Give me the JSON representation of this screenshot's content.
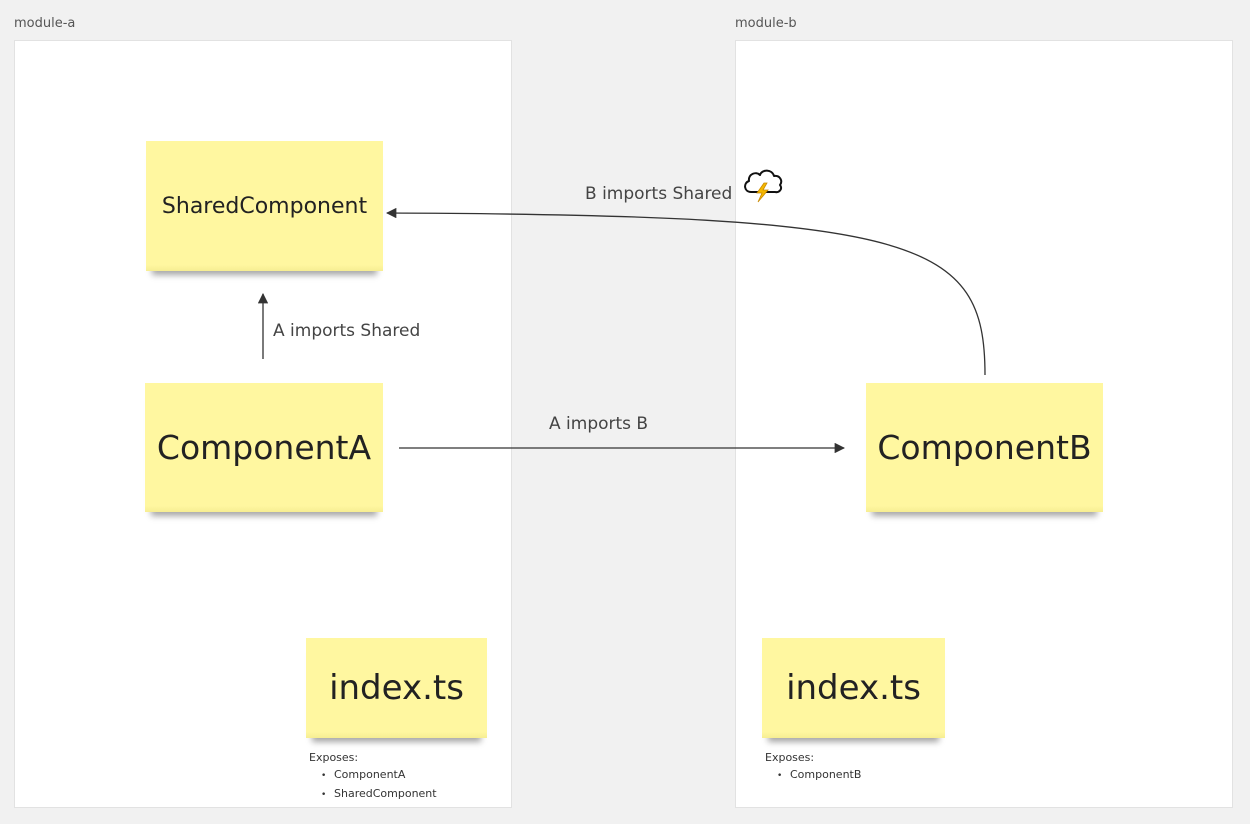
{
  "frames": {
    "module_a": {
      "label": "module-a"
    },
    "module_b": {
      "label": "module-b"
    }
  },
  "stickies": {
    "shared": "SharedComponent",
    "component_a": "ComponentA",
    "component_b": "ComponentB",
    "index_a": "index.ts",
    "index_b": "index.ts"
  },
  "edges": {
    "a_imports_shared": "A imports Shared",
    "a_imports_b": "A imports B",
    "b_imports_shared": "B imports Shared"
  },
  "notes": {
    "module_a": {
      "title": "Exposes:",
      "items": [
        "ComponentA",
        "SharedComponent"
      ]
    },
    "module_b": {
      "title": "Exposes:",
      "items": [
        "ComponentB"
      ]
    }
  },
  "icons": {
    "warning": "storm-cloud-icon"
  },
  "colors": {
    "sticky": "#fff7a0",
    "canvas": "#f1f1f1",
    "frame": "#ffffff",
    "connector": "#333333",
    "lightning": "#f5b800"
  }
}
